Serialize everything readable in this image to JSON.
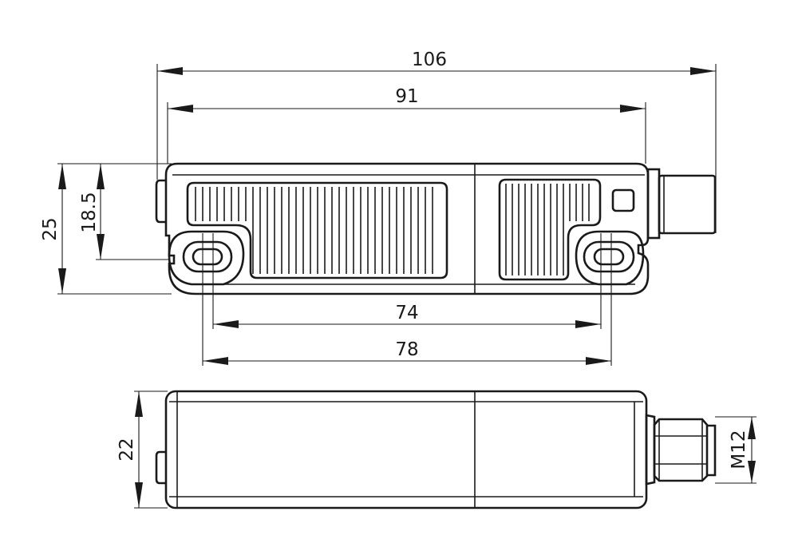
{
  "dimensions": {
    "overall_length": "106",
    "body_length": "91",
    "total_height": "25",
    "hole_height": "18.5",
    "hole_spacing_inner": "74",
    "hole_spacing_outer": "78",
    "side_height": "22",
    "connector_thread": "M12"
  },
  "colors": {
    "line": "#1a1a1a",
    "background": "#ffffff"
  }
}
